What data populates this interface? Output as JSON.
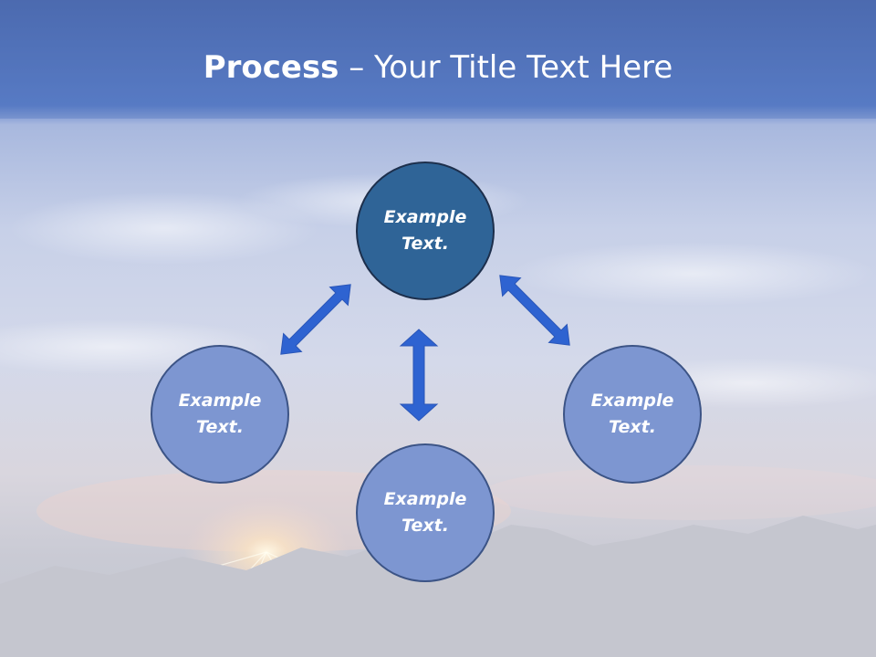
{
  "slide": {
    "title_bold": "Process",
    "title_rest": " – Your Title Text Here"
  },
  "diagram": {
    "type": "cycle",
    "nodes": [
      {
        "id": "top",
        "label": "Example\nText.",
        "style": "primary"
      },
      {
        "id": "left",
        "label": "Example\nText.",
        "style": "secondary"
      },
      {
        "id": "bottom",
        "label": "Example\nText.",
        "style": "secondary"
      },
      {
        "id": "right",
        "label": "Example\nText.",
        "style": "secondary"
      }
    ],
    "connectors": [
      {
        "from": "top",
        "to": "left",
        "type": "double-arrow"
      },
      {
        "from": "top",
        "to": "right",
        "type": "double-arrow"
      },
      {
        "from": "top",
        "to": "bottom",
        "type": "double-arrow"
      }
    ]
  },
  "colors": {
    "header_band": "#4d72c0",
    "primary_node": "#2f6497",
    "secondary_node": "#7d96d1",
    "node_border": "#3c5486",
    "arrow": "#2e63d1",
    "title_text": "#ffffff"
  }
}
